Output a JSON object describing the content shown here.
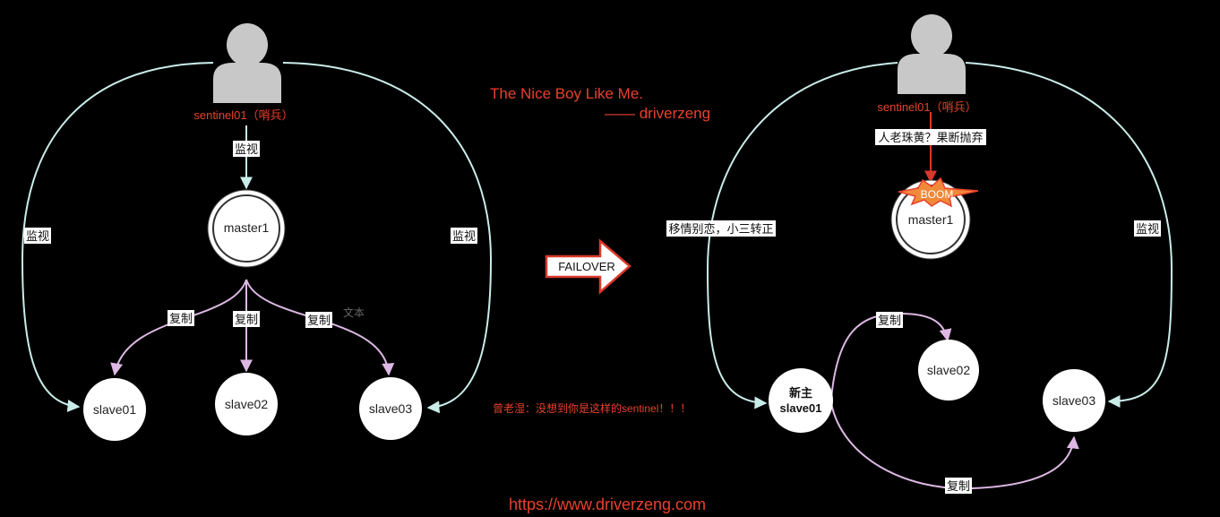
{
  "before": {
    "sentinel_label": "sentinel01（哨兵）",
    "monitor_master_label": "监视",
    "monitor_left_label": "监视",
    "monitor_right_label": "监视",
    "master": "master1",
    "replicate_labels": [
      "复制",
      "复制",
      "复制"
    ],
    "stray_text": "文本",
    "slaves": [
      "slave01",
      "slave02",
      "slave03"
    ]
  },
  "middle": {
    "quote_line1": "The Nice Boy Like Me.",
    "quote_line2": "—— driverzeng",
    "failover_label": "FAILOVER",
    "comment": "曾老湿：没想到你是这样的sentinel！！！",
    "url": "https://www.driverzeng.com"
  },
  "after": {
    "sentinel_label": "sentinel01（哨兵）",
    "abandon_label": "人老珠黄？果断抛弃",
    "boom_label": "BOOM",
    "master": "master1",
    "switch_label": "移情别恋，小三转正",
    "monitor_right_label": "监视",
    "new_master_line1": "新主",
    "new_master_line2": "slave01",
    "slave02": "slave02",
    "slave03": "slave03",
    "replicate_top_label": "复制",
    "replicate_bottom_label": "复制"
  },
  "colors": {
    "background": "#000000",
    "monitor_arrow": "#c9ece9",
    "replicate_arrow": "#ddb8e4",
    "abandon_arrow": "#d9382a",
    "accent_red": "#e8412c",
    "sentinel_fill": "#c8c8c8",
    "node_fill": "#ffffff"
  }
}
